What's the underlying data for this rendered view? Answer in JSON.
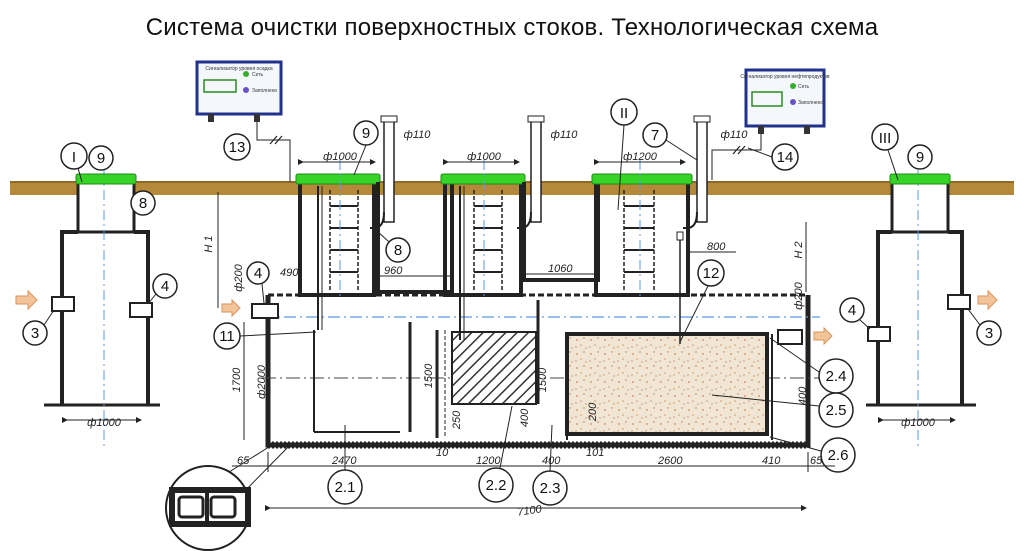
{
  "title": "Система очистки поверхностных стоков. Технологическая схема",
  "colors": {
    "ground": "#b5893a",
    "lid": "#35d427",
    "wall": "#222222",
    "water_line": "#5a9be0",
    "flow_arrow": "#f2c49a",
    "filter_media": "#f1e6d3",
    "panel_bg": "#f4f7fb",
    "panel_frame": "#22318a"
  },
  "icons": [
    "arrow-right-icon",
    "break-mark-icon",
    "lamp-icon"
  ],
  "panels": {
    "left": {
      "head": "Сигнализатор уровня осадка",
      "l1": "Сеть",
      "l2": "Заполнено"
    },
    "right": {
      "head": "Сигнализатор уровня нефтепродуктов",
      "l1": "Сеть",
      "l2": "Заполнено"
    }
  },
  "roman": {
    "r1": "I",
    "r2": "II",
    "r3": "III"
  },
  "callouts": {
    "c3": "3",
    "c4": "4",
    "c7": "7",
    "c8": "8",
    "c9": "9",
    "c11": "11",
    "c12": "12",
    "c13": "13",
    "c14": "14",
    "c21": "2.1",
    "c22": "2.2",
    "c23": "2.3",
    "c24": "2.4",
    "c25": "2.5",
    "c26": "2.6"
  },
  "dims": {
    "phi1000": "ф1000",
    "phi1200": "ф1200",
    "phi110": "ф110",
    "phi200": "ф200",
    "phi2000": "ф2000",
    "d490": "490",
    "d960": "960",
    "d1060": "1060",
    "d800": "800",
    "d1700": "1700",
    "d1500": "1500",
    "d250": "250",
    "d400": "400",
    "d200": "200",
    "d65": "65",
    "d2470": "2470",
    "d10": "10",
    "d1200": "1200",
    "d101": "101",
    "d2600": "2600",
    "d410": "410",
    "d7100": "7100",
    "h1": "H 1",
    "h2": "H 2"
  }
}
